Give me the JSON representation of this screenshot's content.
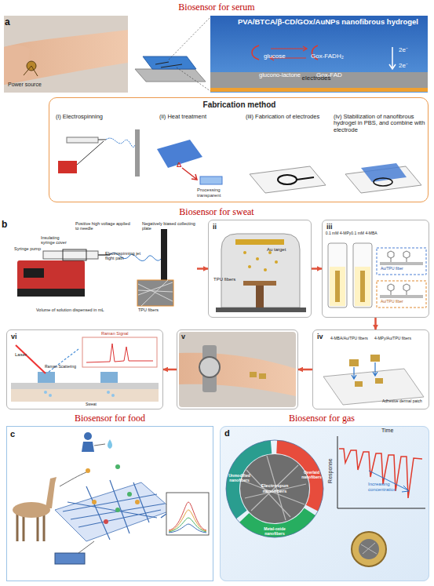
{
  "diagram": {
    "nodes": [
      {
        "text": [
          "PVA/BTCA/β-CD/GOx/AuNPs nanofibrous hydrogel",
          "glucose",
          "glucono-lactone",
          "Gox-FADH₂",
          "Gox-FAD",
          "2e⁻",
          "2e⁻",
          "electrodes"
        ]
      },
      {
        "text": [
          "Fabrication method",
          "(i) Electrospinning",
          "(ii) Heat treatment",
          "(iii) Fabrication of electrodes",
          "(iv) Stabilization of nanofibrous hydrogel in PBS, and combine with electrode",
          "Δ",
          "Processing transparent"
        ]
      },
      {
        "text": [
          "Positive high voltage applied to needle",
          "Negatively biased collecting plate",
          "Insulating syringe cover",
          "Syringe pump",
          "Electrospinning jet flight path",
          "Volume of solution dispensed in mL",
          "TPU fibers"
        ]
      },
      {
        "text": [
          "ii",
          "Au target",
          "TPU fibers"
        ]
      },
      {
        "text": [
          "iii",
          "0.1 mM 4-MPy",
          "0.1 mM 4-MBA",
          "Au/TPU fiber",
          "Au/TPU fiber"
        ]
      },
      {
        "text": [
          "iv",
          "4-MPy/Au/TPU fibers",
          "4-MBA/Au/TPU fibers",
          "Adhesive dermal patch"
        ]
      },
      {
        "text": [
          "v"
        ]
      },
      {
        "text": [
          "vi",
          "Raman Signal",
          "Laser",
          "Raman Scattering",
          "Sweat"
        ]
      },
      {
        "text": [
          "c"
        ]
      },
      {
        "text": [
          "d",
          "Time",
          "Response",
          "Increasing concentration"
        ]
      },
      {
        "text": [
          "Unmodified nanofibers",
          "Overlaid nanofibers",
          "Metal-oxide nanofibers",
          "Electrospun nanofibers"
        ],
        "in": 9
      }
    ],
    "edges": [
      {
        "from": 2,
        "to": 3,
        "arrow": "to"
      },
      {
        "from": 3,
        "to": 4,
        "arrow": "to"
      },
      {
        "from": 4,
        "to": 5,
        "arrow": "to"
      },
      {
        "from": 5,
        "to": 6,
        "arrow": "to"
      },
      {
        "from": 6,
        "to": 7,
        "arrow": "to"
      }
    ],
    "labels": [
      "Biosensor for serum",
      "a",
      "Power source",
      "Biosensor for sweat",
      "b",
      "Biosensor for food",
      "Biosensor for gas"
    ]
  }
}
